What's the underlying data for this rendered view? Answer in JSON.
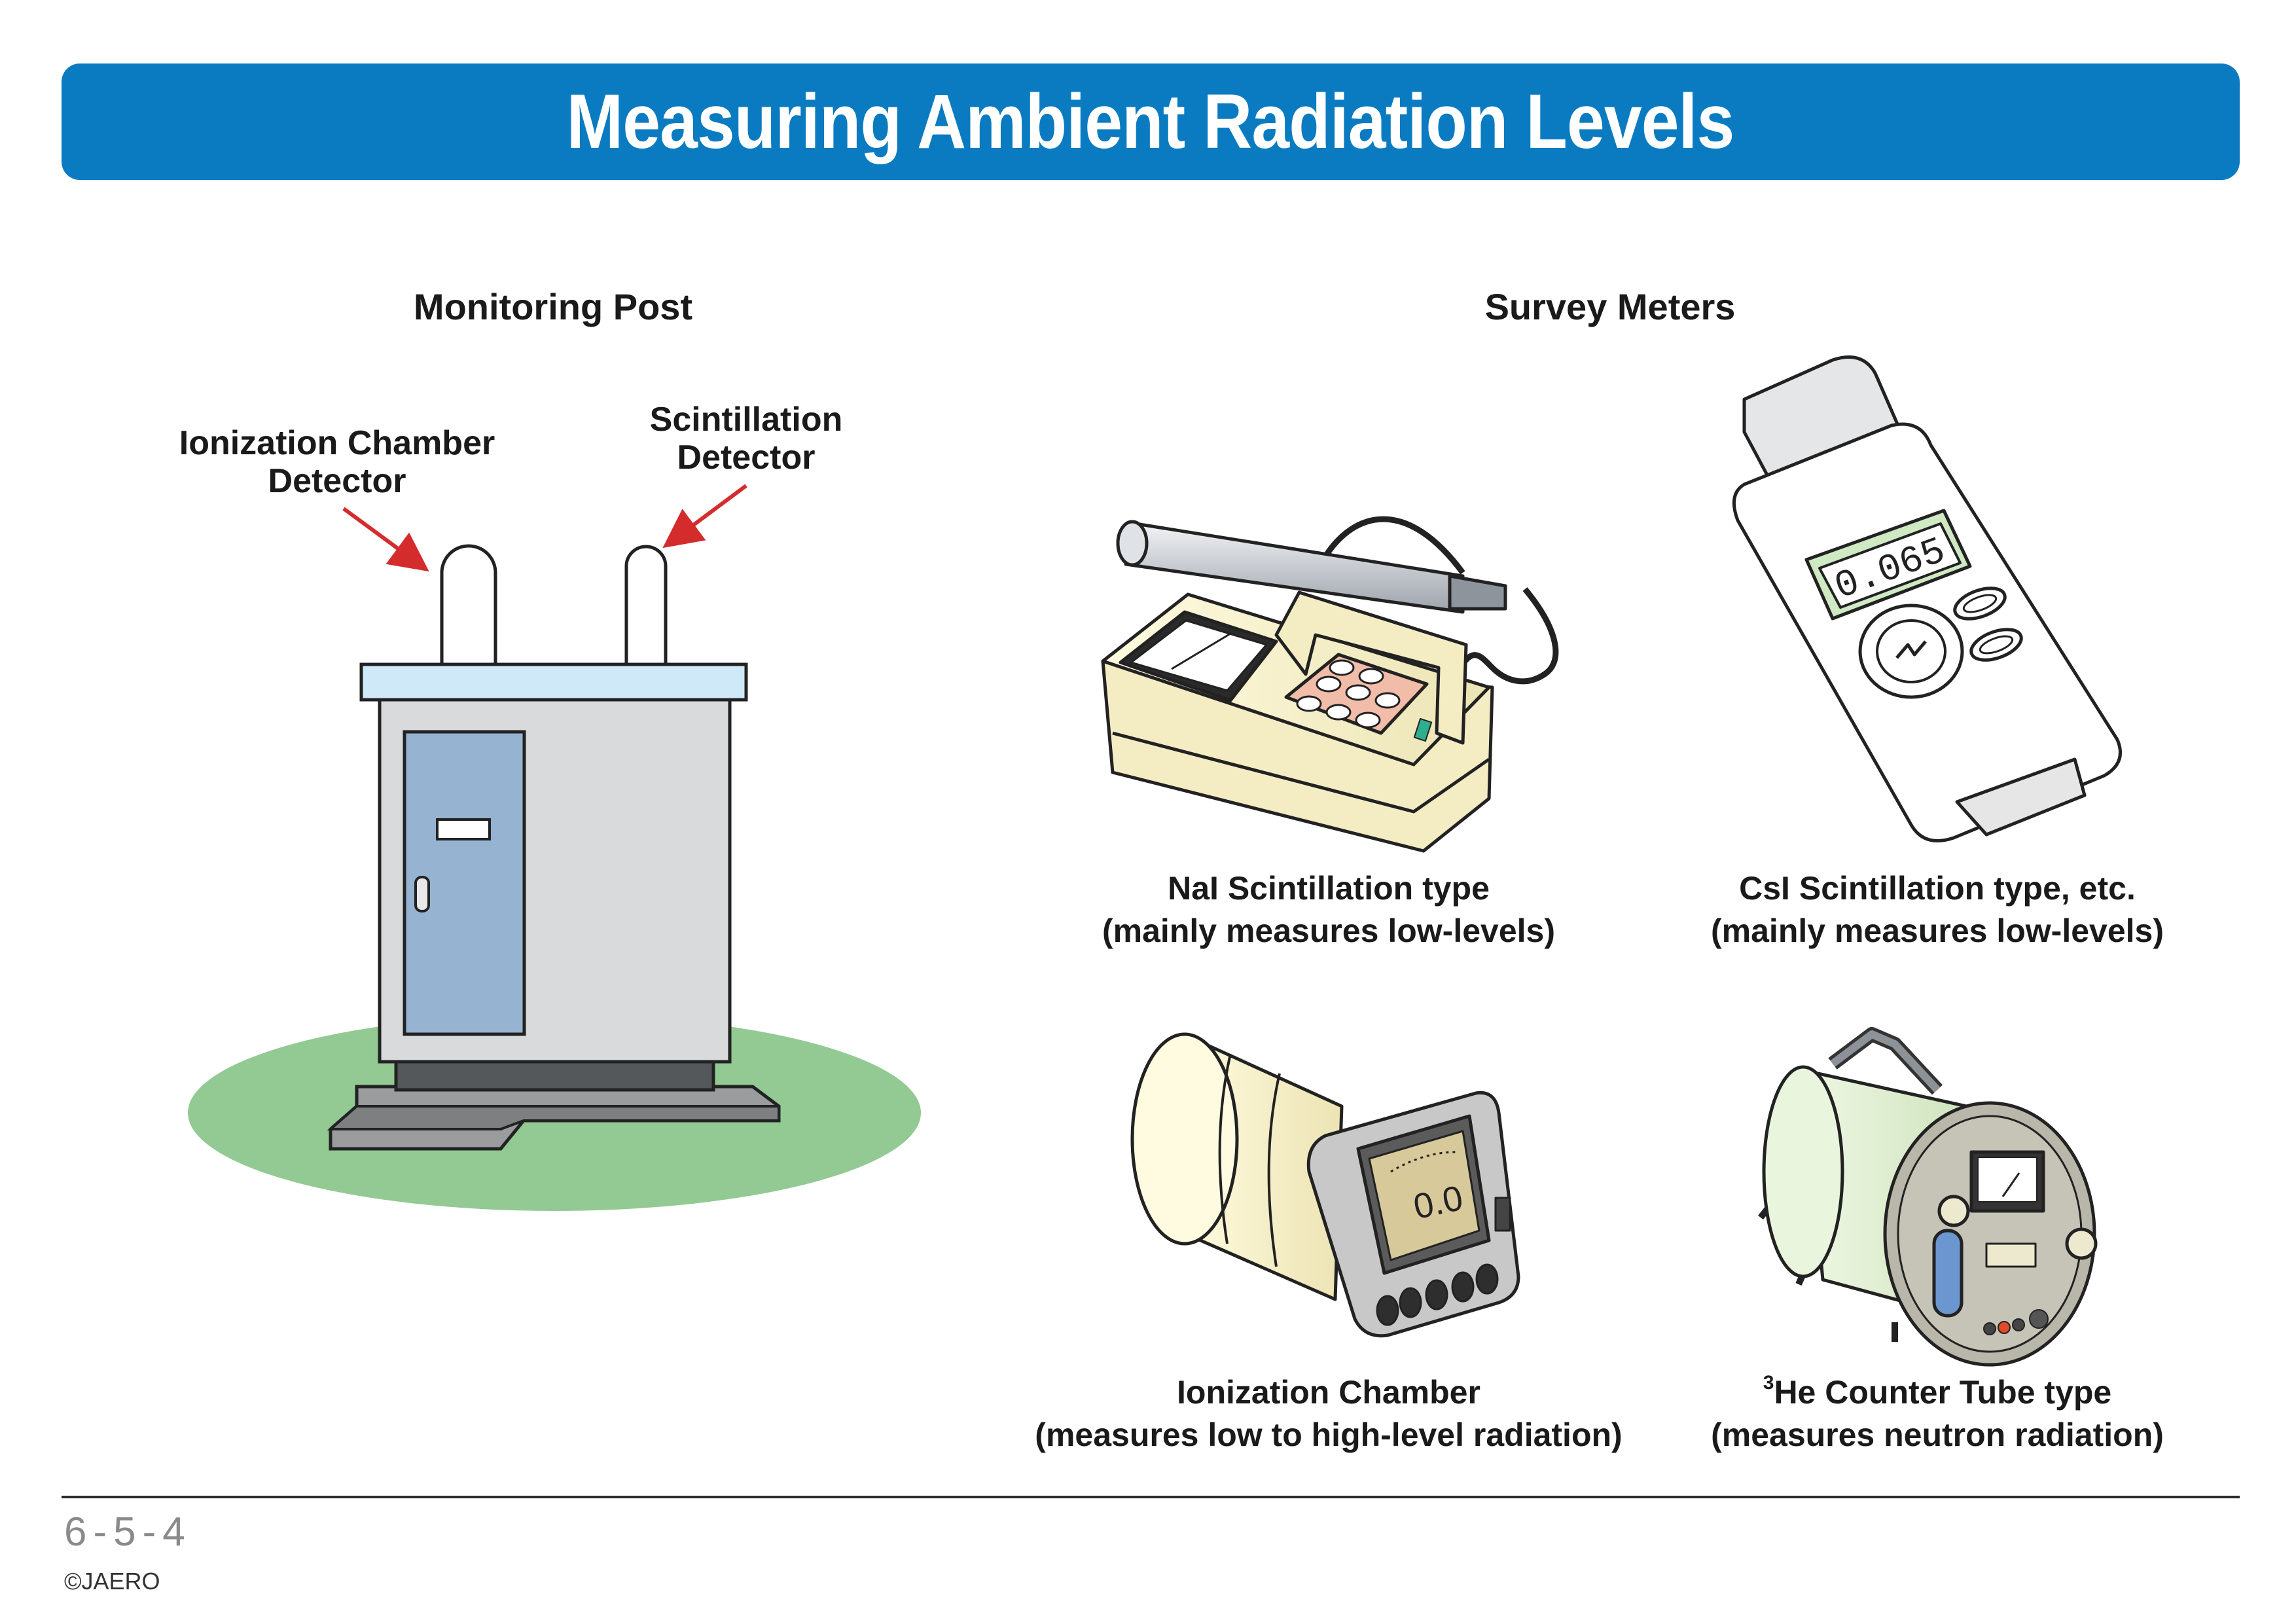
{
  "header": {
    "title": "Measuring Ambient Radiation Levels"
  },
  "monitoring_post": {
    "title": "Monitoring Post",
    "ionization_label": "Ionization Chamber Detector",
    "scintillation_label": "Scintillation Detector"
  },
  "survey_meters": {
    "title": "Survey Meters",
    "nai": {
      "line1": "NaI Scintillation type",
      "line2": "(mainly measures low-levels)"
    },
    "csi": {
      "line1": "CsI Scintillation type, etc.",
      "line2": "(mainly measures low-levels)",
      "display": "0.065"
    },
    "ion": {
      "line1": "Ionization Chamber",
      "line2": "(measures low to high-level radiation)",
      "display": "0.0"
    },
    "he": {
      "sup": "3",
      "line1": "He Counter Tube type",
      "line2": "(measures neutron radiation)"
    }
  },
  "footer": {
    "page_number": "6-5-4",
    "copyright": "©JAERO"
  },
  "colors": {
    "banner": "#0a7bc1",
    "ground": "#93c993",
    "arrow": "#d42c2c",
    "door": "#96b3d1"
  }
}
